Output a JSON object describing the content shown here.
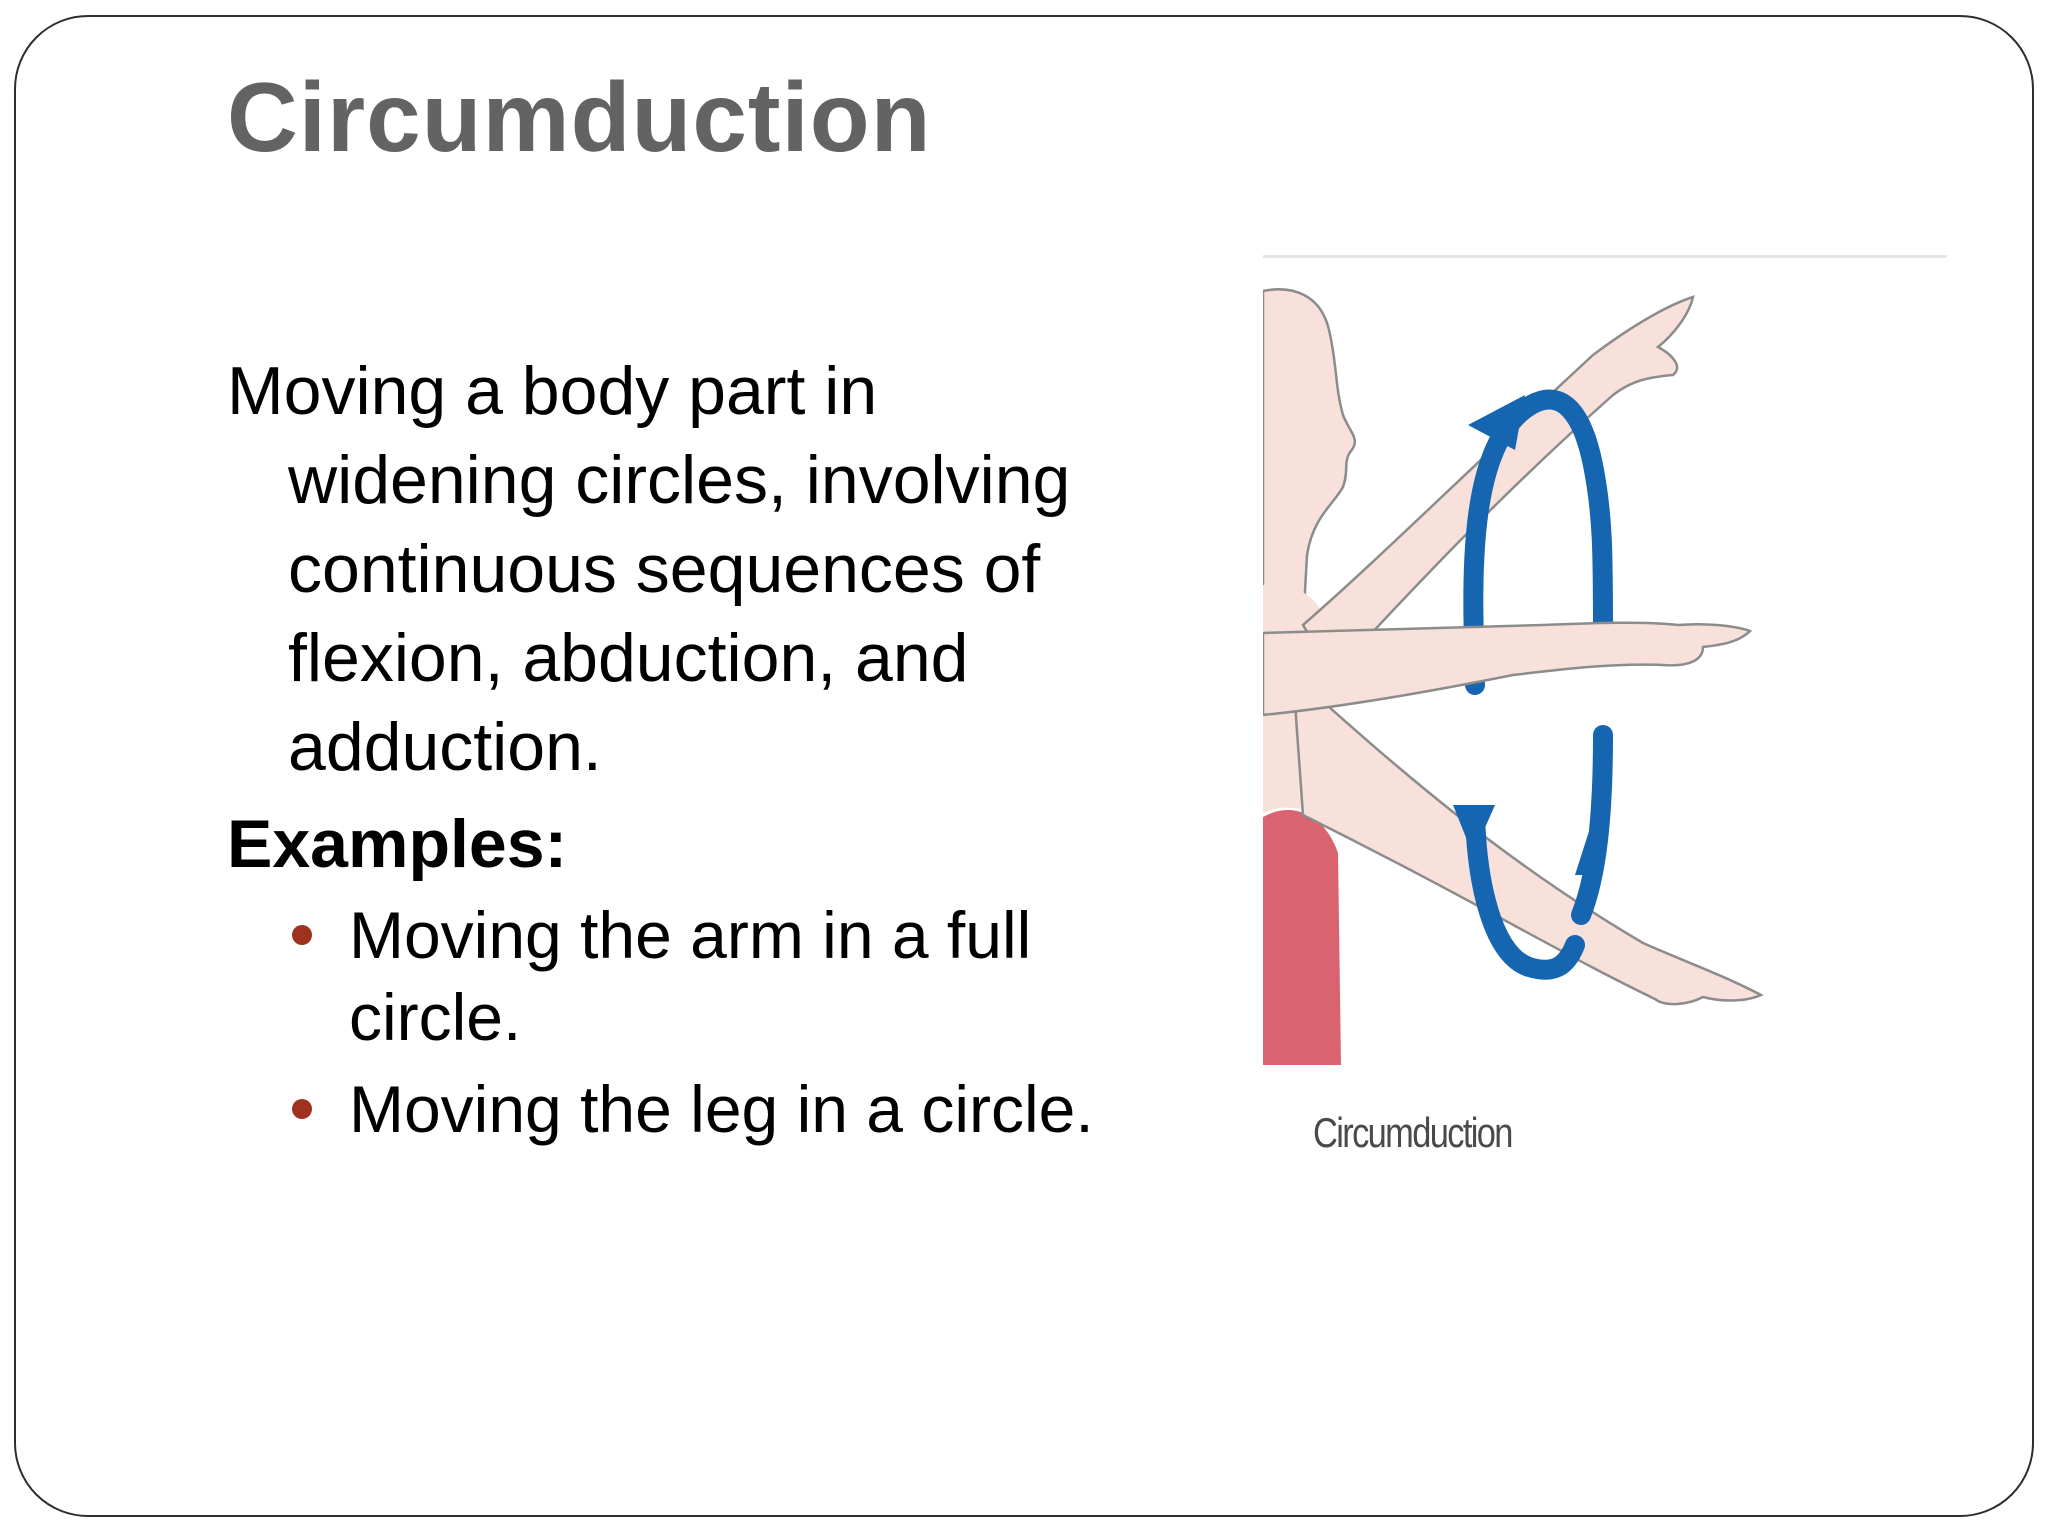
{
  "slide": {
    "title": "Circumduction",
    "definition": "Moving a body part in widening circles, involving continuous sequences of flexion, abduction, and adduction.",
    "examples_heading": "Examples:",
    "examples": [
      "Moving the arm in a full circle.",
      "Moving the leg in a circle."
    ]
  },
  "figure": {
    "caption": "Circumduction",
    "colors": {
      "skin": "#f7e1da",
      "skin_outline": "#8c8c8c",
      "shirt": "#d9646f",
      "arrow": "#1565b0"
    }
  }
}
